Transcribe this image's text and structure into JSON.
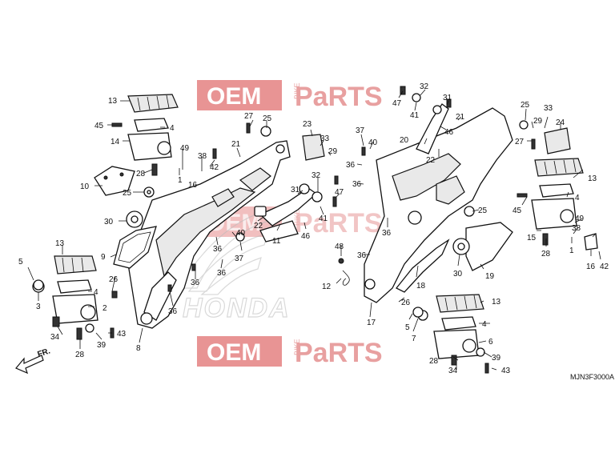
{
  "watermarks": [
    {
      "oem": "OEM",
      "bike": "BIKE",
      "parts": "PaRTS"
    },
    {
      "oem": "OEM",
      "bike": "BIKE",
      "parts": "PaRTS"
    },
    {
      "oem": "OEM",
      "bike": "BIKE",
      "parts": "PaRTS"
    }
  ],
  "brand_logo_text": "HONDA",
  "direction_label": "FR.",
  "diagram_code": "MJN3F3000A",
  "colors": {
    "watermark_red": "#e8a0a0",
    "watermark_block": "#e07070",
    "ink": "#111111"
  },
  "callouts": [
    {
      "label": "13"
    },
    {
      "label": "45"
    },
    {
      "label": "4"
    },
    {
      "label": "14"
    },
    {
      "label": "49"
    },
    {
      "label": "38"
    },
    {
      "label": "42"
    },
    {
      "label": "1"
    },
    {
      "label": "28"
    },
    {
      "label": "16"
    },
    {
      "label": "10"
    },
    {
      "label": "25"
    },
    {
      "label": "30"
    },
    {
      "label": "9"
    },
    {
      "label": "13"
    },
    {
      "label": "5"
    },
    {
      "label": "3"
    },
    {
      "label": "4"
    },
    {
      "label": "2"
    },
    {
      "label": "26"
    },
    {
      "label": "34"
    },
    {
      "label": "43"
    },
    {
      "label": "28"
    },
    {
      "label": "39"
    },
    {
      "label": "8"
    },
    {
      "label": "27"
    },
    {
      "label": "25"
    },
    {
      "label": "21"
    },
    {
      "label": "36"
    },
    {
      "label": "40"
    },
    {
      "label": "37"
    },
    {
      "label": "36"
    },
    {
      "label": "36"
    },
    {
      "label": "36"
    },
    {
      "label": "23"
    },
    {
      "label": "33"
    },
    {
      "label": "29"
    },
    {
      "label": "31"
    },
    {
      "label": "32"
    },
    {
      "label": "47"
    },
    {
      "label": "22"
    },
    {
      "label": "41"
    },
    {
      "label": "11"
    },
    {
      "label": "46"
    },
    {
      "label": "32"
    },
    {
      "label": "47"
    },
    {
      "label": "41"
    },
    {
      "label": "31"
    },
    {
      "label": "21"
    },
    {
      "label": "46"
    },
    {
      "label": "20"
    },
    {
      "label": "22"
    },
    {
      "label": "37"
    },
    {
      "label": "40"
    },
    {
      "label": "36"
    },
    {
      "label": "36"
    },
    {
      "label": "48"
    },
    {
      "label": "12"
    },
    {
      "label": "36"
    },
    {
      "label": "36"
    },
    {
      "label": "25"
    },
    {
      "label": "29"
    },
    {
      "label": "33"
    },
    {
      "label": "24"
    },
    {
      "label": "27"
    },
    {
      "label": "13"
    },
    {
      "label": "45"
    },
    {
      "label": "4"
    },
    {
      "label": "49"
    },
    {
      "label": "15"
    },
    {
      "label": "38"
    },
    {
      "label": "28"
    },
    {
      "label": "1"
    },
    {
      "label": "16"
    },
    {
      "label": "42"
    },
    {
      "label": "25"
    },
    {
      "label": "30"
    },
    {
      "label": "19"
    },
    {
      "label": "18"
    },
    {
      "label": "26"
    },
    {
      "label": "17"
    },
    {
      "label": "13"
    },
    {
      "label": "5"
    },
    {
      "label": "4"
    },
    {
      "label": "7"
    },
    {
      "label": "6"
    },
    {
      "label": "28"
    },
    {
      "label": "39"
    },
    {
      "label": "34"
    },
    {
      "label": "43"
    }
  ]
}
